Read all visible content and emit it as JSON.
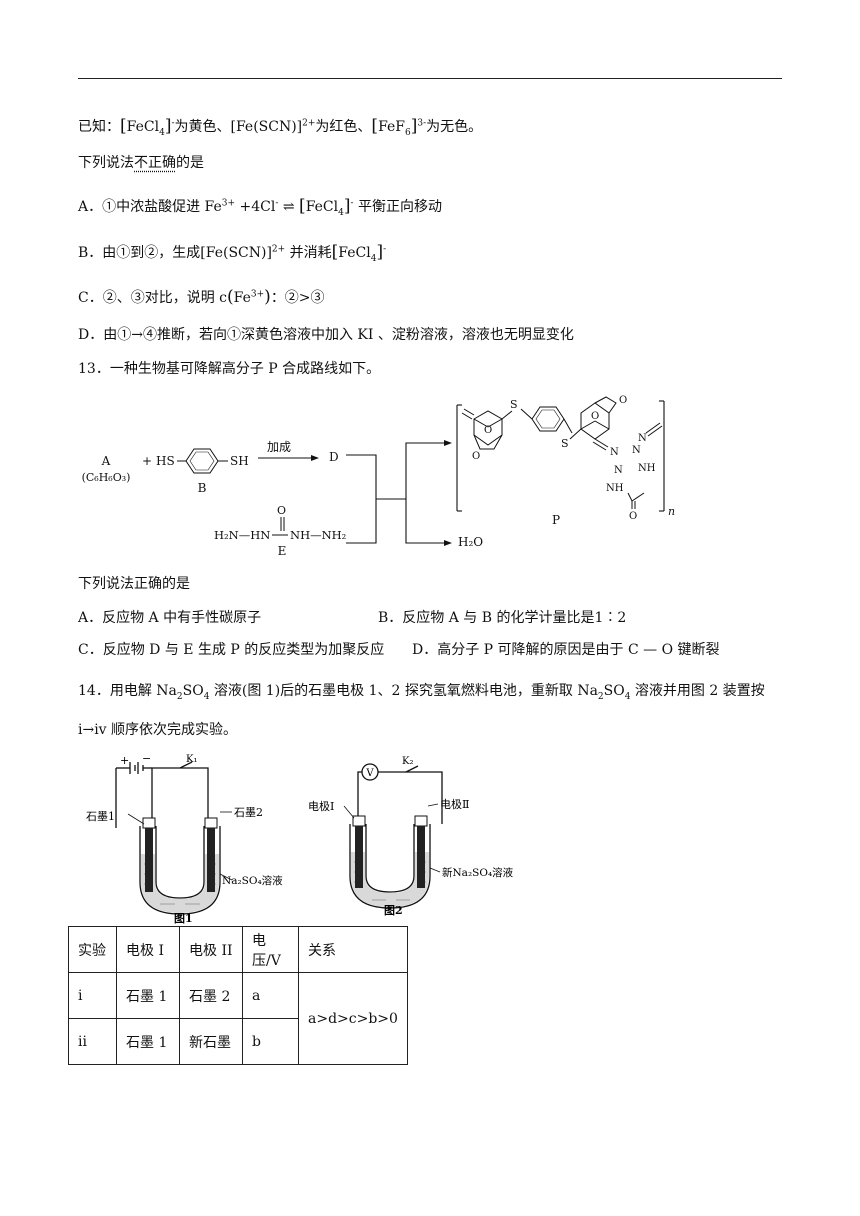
{
  "known": {
    "prefix": "已知：",
    "ion1": "FeCl",
    "ion1_sub": "4",
    "ion1_sup": "-",
    "ion1_color": "为黄色、",
    "ion2": "[Fe(SCN)]",
    "ion2_sup": "2+",
    "ion2_color": "为红色、",
    "ion3": "FeF",
    "ion3_sub": "6",
    "ion3_sup": "3-",
    "ion3_color": "为无色。"
  },
  "q12": {
    "prompt_a": "下列说法",
    "prompt_emph": "不正确",
    "prompt_b": "的是",
    "optA": {
      "lead": "A．①中浓盐酸促进 Fe",
      "sup1": "3+",
      "mid": " +4Cl",
      "sup2": "-",
      "arrow": " ⇌ ",
      "ion": "FeCl",
      "sub": "4",
      "sup3": "-",
      "tail": " 平衡正向移动"
    },
    "optB": {
      "lead": "B．由①到②，生成[Fe(SCN)]",
      "sup1": "2+",
      "mid": " 并消耗",
      "ion": "FeCl",
      "sub": "4",
      "sup2": "-"
    },
    "optC": {
      "lead": "C．②、③对比，说明 c",
      "ion": "Fe",
      "sup": "3+",
      "tail": "：②>③"
    },
    "optD": {
      "text": "D．由①→④推断，若向①深黄色溶液中加入 KI 、淀粉溶液，溶液也无明显变化"
    }
  },
  "q13": {
    "stem": "13．一种生物基可降解高分子 P 合成路线如下。",
    "scheme": {
      "A_label": "A",
      "A_formula": "(C₆H₆O₃)",
      "plus": "+",
      "B_left": "HS",
      "B_right": "SH",
      "B_label": "B",
      "arrow_label": "加成",
      "D_label": "D",
      "E_left": "H₂N—HN",
      "E_right": "NH—NH₂",
      "E_label": "E",
      "E_O": "O",
      "S1": "S",
      "S2": "S",
      "O1": "O",
      "O2": "O",
      "O3": "O",
      "O4": "O",
      "N_labels": [
        "N",
        "N",
        "NH",
        "NH",
        "N",
        "N"
      ],
      "C_O": "O",
      "n": "n",
      "P_label": "P",
      "H2O": "H₂O"
    },
    "prompt": "下列说法正确的是",
    "optA": "A．反应物 A 中有手性碳原子",
    "optB": "B．反应物 A 与 B 的化学计量比是1∶2",
    "optC": "C．反应物 D 与 E 生成 P 的反应类型为加聚反应",
    "optD": "D．高分子 P 可降解的原因是由于 C — O 键断裂"
  },
  "q14": {
    "line1_a": "14．用电解 Na",
    "line1_sub1": "2",
    "line1_b": "SO",
    "line1_sub2": "4",
    "line1_c": " 溶液(图 1)后的石墨电极 1、2 探究氢氧燃料电池，重新取 Na",
    "line1_sub3": "2",
    "line1_d": "SO",
    "line1_sub4": "4",
    "line1_e": " 溶液并用图 2 装置按",
    "line2": "i→iv 顺序依次完成实验。",
    "fig1": {
      "plus": "+",
      "minus": "−",
      "K": "K₁",
      "left": "石墨1",
      "right": "石墨2",
      "solution": "Na₂SO₄溶液",
      "caption": "图1"
    },
    "fig2": {
      "V": "V",
      "K": "K₂",
      "left": "电极Ⅰ",
      "right": "电极Ⅱ",
      "solution": "新Na₂SO₄溶液",
      "caption": "图2"
    },
    "table": {
      "headers": [
        "实验",
        "电极 I",
        "电极 II",
        "电压/V",
        "关系"
      ],
      "rows": [
        [
          "i",
          "石墨 1",
          "石墨 2",
          "a"
        ],
        [
          "ii",
          "石墨 1",
          "新石墨",
          "b"
        ]
      ],
      "relation": "a>d>c>b>0"
    }
  }
}
